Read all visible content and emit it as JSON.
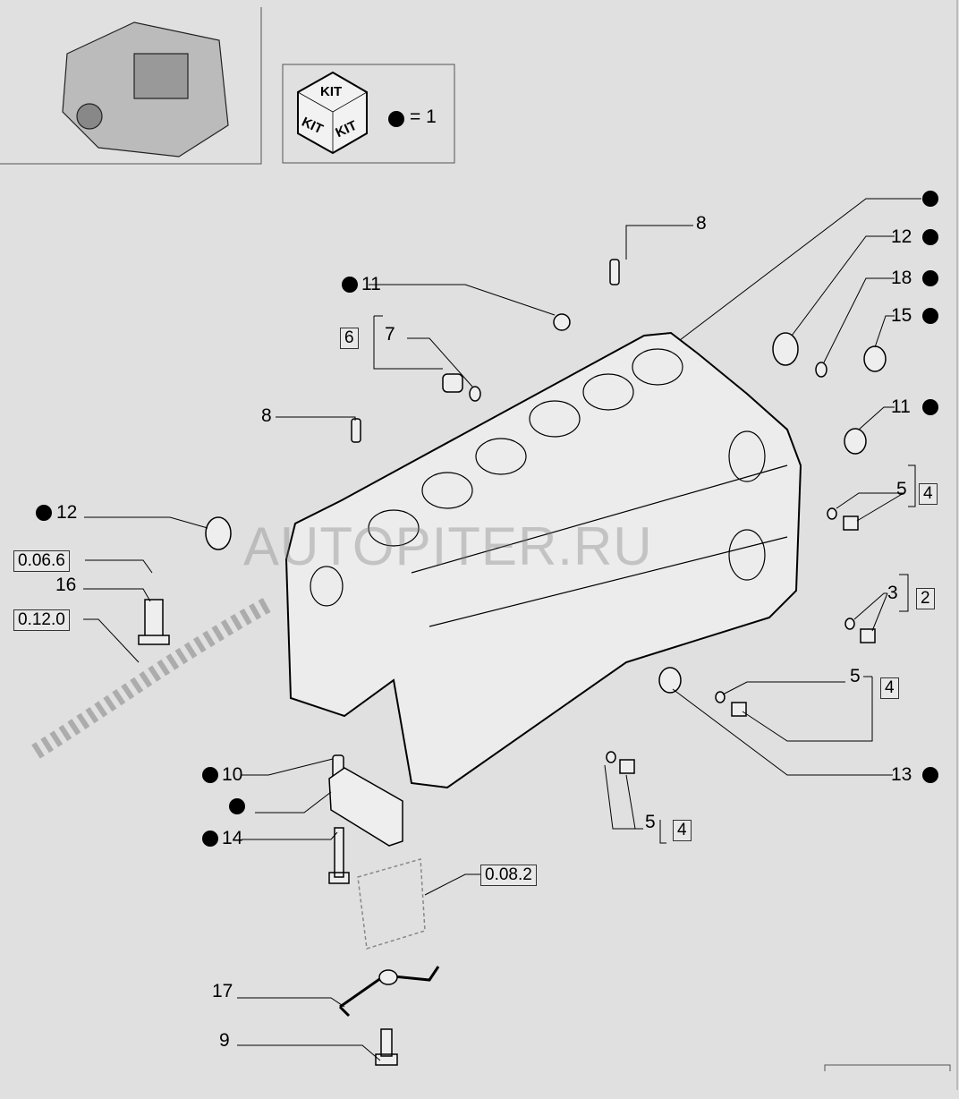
{
  "legend": {
    "kit_top": "KIT",
    "kit_left": "KIT",
    "kit_right": "KIT",
    "equals": "= 1"
  },
  "watermark": "AUTOPITER.RU",
  "callouts": {
    "c8_top": "8",
    "c12_right": "12",
    "c18": "18",
    "c15": "15",
    "c11_right": "11",
    "c11_left": "11",
    "c6": "6",
    "c7": "7",
    "c8_left": "8",
    "c12_left": "12",
    "ref_0066": "0.06.6",
    "c16": "16",
    "ref_0120": "0.12.0",
    "c5_a": "5",
    "c4_a": "4",
    "c3": "3",
    "c2": "2",
    "c5_b": "5",
    "c4_b": "4",
    "c13": "13",
    "c5_c": "5",
    "c4_c": "4",
    "c10": "10",
    "c14": "14",
    "ref_0082": "0.08.2",
    "c17": "17",
    "c9": "9"
  }
}
